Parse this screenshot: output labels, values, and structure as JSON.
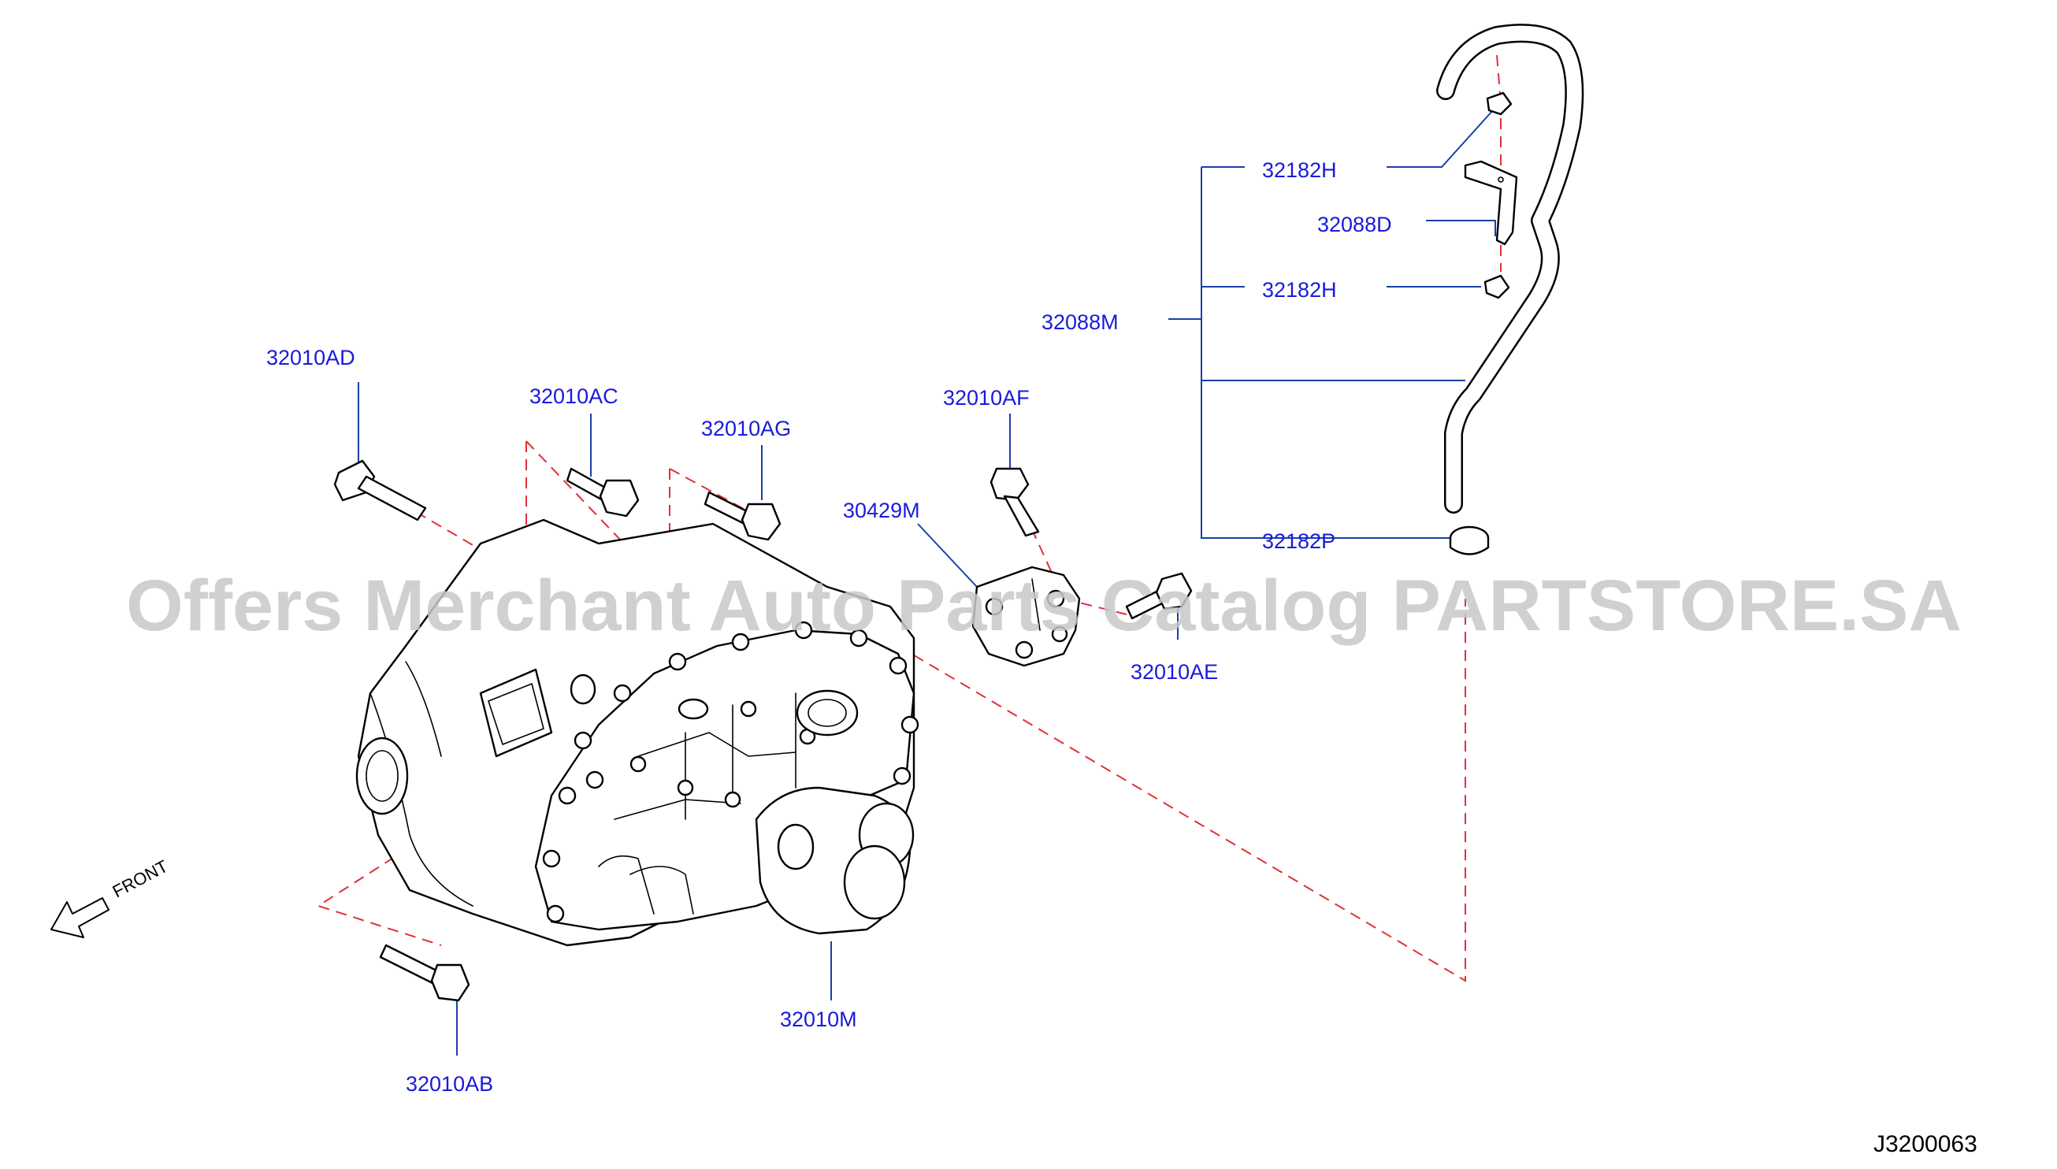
{
  "diagram": {
    "code": "J3200063",
    "front_label": "FRONT",
    "watermark": "Offers Merchant Auto Parts Catalog PARTSTORE.SA",
    "parts": {
      "p32010AD": "32010AD",
      "p32010AC": "32010AC",
      "p32010AG": "32010AG",
      "p32010AF": "32010AF",
      "p30429M": "30429M",
      "p32010AE": "32010AE",
      "p32088M": "32088M",
      "p32182H_top": "32182H",
      "p32088D": "32088D",
      "p32182H_mid": "32182H",
      "p32182P": "32182P",
      "p32010M": "32010M",
      "p32010AB": "32010AB"
    },
    "colors": {
      "label": "#1a1adb",
      "leader": "#1a3fa8",
      "dashed": "#e0303a"
    }
  }
}
